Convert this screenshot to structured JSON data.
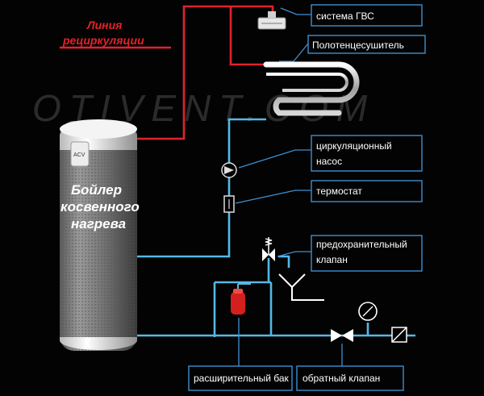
{
  "recirculation_label": {
    "line1": "Линия",
    "line2": "рециркуляции"
  },
  "watermark": "OTIVENT.COM",
  "boiler": {
    "line1": "Бойлер",
    "line2": "косвенного",
    "line3": "нагрева",
    "panel_text": "ACV"
  },
  "labels": {
    "dhw_system": "система ГВС",
    "towel_dryer": "Полотенцесушитель",
    "pump_line1": "циркуляционный",
    "pump_line2": "насос",
    "thermostat": "термостат",
    "safety_valve_line1": "предохранительный",
    "safety_valve_line2": "клапан",
    "expansion_tank": "расширительный бак",
    "check_valve": "обратный клапан"
  },
  "colors": {
    "hot_pipe": "#e0232b",
    "cold_pipe": "#55b8e6",
    "label_border": "#3f8fd0",
    "background": "#030303"
  }
}
